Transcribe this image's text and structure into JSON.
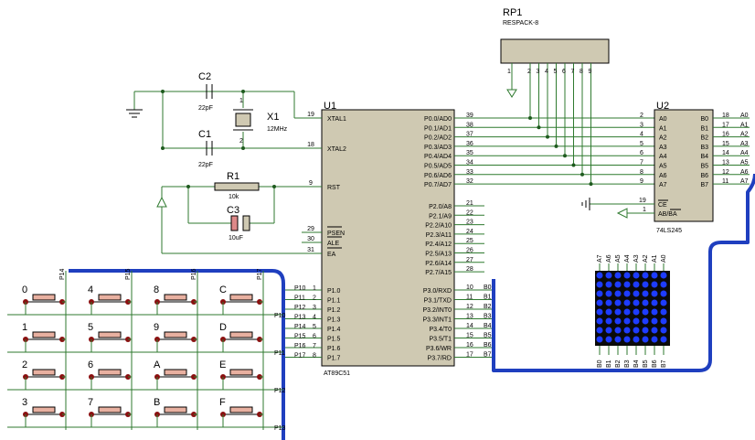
{
  "rp1": {
    "ref": "RP1",
    "value": "RESPACK-8",
    "pin": "1",
    "pins": [
      "2",
      "3",
      "4",
      "5",
      "6",
      "7",
      "8",
      "9"
    ]
  },
  "c2": {
    "ref": "C2",
    "value": "22pF"
  },
  "c1": {
    "ref": "C1",
    "value": "22pF"
  },
  "x1": {
    "ref": "X1",
    "value": "12MHz",
    "pin1": "1",
    "pin2": "2"
  },
  "r1": {
    "ref": "R1",
    "value": "10k"
  },
  "c3": {
    "ref": "C3",
    "value": "10uF"
  },
  "u1": {
    "ref": "U1",
    "part": "AT89C51",
    "left_pins": [
      {
        "num": "19",
        "name": "XTAL1"
      },
      {
        "num": "18",
        "name": "XTAL2"
      },
      {
        "num": "9",
        "name": "RST"
      },
      {
        "num": "29",
        "name": "PSEN"
      },
      {
        "num": "30",
        "name": "ALE"
      },
      {
        "num": "31",
        "name": "EA"
      }
    ],
    "p1_pins": [
      {
        "name": "P1.0",
        "num": "1",
        "net": "P10"
      },
      {
        "name": "P1.1",
        "num": "2",
        "net": "P11"
      },
      {
        "name": "P1.2",
        "num": "3",
        "net": "P12"
      },
      {
        "name": "P1.3",
        "num": "4",
        "net": "P13"
      },
      {
        "name": "P1.4",
        "num": "5",
        "net": "P14"
      },
      {
        "name": "P1.5",
        "num": "6",
        "net": "P15"
      },
      {
        "name": "P1.6",
        "num": "7",
        "net": "P16"
      },
      {
        "name": "P1.7",
        "num": "8",
        "net": "P17"
      }
    ],
    "p0_pins": [
      {
        "name": "P0.0/AD0",
        "num": "39"
      },
      {
        "name": "P0.1/AD1",
        "num": "38"
      },
      {
        "name": "P0.2/AD2",
        "num": "37"
      },
      {
        "name": "P0.3/AD3",
        "num": "36"
      },
      {
        "name": "P0.4/AD4",
        "num": "35"
      },
      {
        "name": "P0.5/AD5",
        "num": "34"
      },
      {
        "name": "P0.6/AD6",
        "num": "33"
      },
      {
        "name": "P0.7/AD7",
        "num": "32"
      }
    ],
    "p2_pins": [
      {
        "name": "P2.0/A8",
        "num": "21"
      },
      {
        "name": "P2.1/A9",
        "num": "22"
      },
      {
        "name": "P2.2/A10",
        "num": "23"
      },
      {
        "name": "P2.3/A11",
        "num": "24"
      },
      {
        "name": "P2.4/A12",
        "num": "25"
      },
      {
        "name": "P2.5/A13",
        "num": "26"
      },
      {
        "name": "P2.6/A14",
        "num": "27"
      },
      {
        "name": "P2.7/A15",
        "num": "28"
      }
    ],
    "p3_pins": [
      {
        "name": "P3.0/RXD",
        "num": "10",
        "net": "B0"
      },
      {
        "name": "P3.1/TXD",
        "num": "11",
        "net": "B1"
      },
      {
        "name": "P3.2/INT0",
        "num": "12",
        "net": "B2"
      },
      {
        "name": "P3.3/INT1",
        "num": "13",
        "net": "B3"
      },
      {
        "name": "P3.4/T0",
        "num": "14",
        "net": "B4"
      },
      {
        "name": "P3.5/T1",
        "num": "15",
        "net": "B5"
      },
      {
        "name": "P3.6/WR",
        "num": "16",
        "net": "B6"
      },
      {
        "name": "P3.7/RD",
        "num": "17",
        "net": "B7"
      }
    ]
  },
  "u2": {
    "ref": "U2",
    "part": "74LS245",
    "a_pins": [
      {
        "name": "A0",
        "num": "2"
      },
      {
        "name": "A1",
        "num": "3"
      },
      {
        "name": "A2",
        "num": "4"
      },
      {
        "name": "A3",
        "num": "5"
      },
      {
        "name": "A4",
        "num": "6"
      },
      {
        "name": "A5",
        "num": "7"
      },
      {
        "name": "A6",
        "num": "8"
      },
      {
        "name": "A7",
        "num": "9"
      }
    ],
    "b_pins": [
      {
        "name": "B0",
        "num": "18",
        "net": "A0"
      },
      {
        "name": "B1",
        "num": "17",
        "net": "A1"
      },
      {
        "name": "B2",
        "num": "16",
        "net": "A2"
      },
      {
        "name": "B3",
        "num": "15",
        "net": "A3"
      },
      {
        "name": "B4",
        "num": "14",
        "net": "A4"
      },
      {
        "name": "B5",
        "num": "13",
        "net": "A5"
      },
      {
        "name": "B6",
        "num": "12",
        "net": "A6"
      },
      {
        "name": "B7",
        "num": "11",
        "net": "A7"
      }
    ],
    "ce": {
      "name": "CE",
      "num": "19"
    },
    "dir": {
      "name": "AB/BA",
      "num": "1"
    }
  },
  "matrix": {
    "top_labels": [
      "A7",
      "A6",
      "A5",
      "A4",
      "A3",
      "A2",
      "A1",
      "A0"
    ],
    "bottom_labels": [
      "B0",
      "B1",
      "B2",
      "B3",
      "B4",
      "B5",
      "B6",
      "B7"
    ],
    "led_color": "#1e3cff",
    "body_color": "#0a0a0a"
  },
  "keypad": {
    "col_nets": [
      "P14",
      "P15",
      "P16",
      "P17"
    ],
    "row_nets": [
      "P10",
      "P11",
      "P12",
      "P13"
    ],
    "keys": [
      "0",
      "4",
      "8",
      "C",
      "1",
      "5",
      "9",
      "D",
      "2",
      "6",
      "A",
      "E",
      "3",
      "7",
      "B",
      "F"
    ]
  },
  "colors": {
    "wire": "#2f7a2f",
    "bus": "#1f3fbf",
    "chip": "#cfc9b2",
    "button_dot": "#8a1010"
  }
}
